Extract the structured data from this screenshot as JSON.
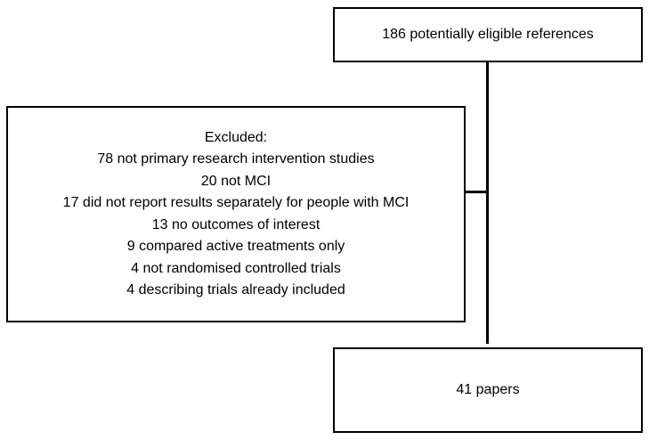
{
  "diagram": {
    "top_box": "186 potentially eligible references",
    "excluded_box": {
      "heading": "Excluded:",
      "items": [
        "78 not primary research intervention studies",
        "20 not MCI",
        "17 did not report results separately for people with MCI",
        "13 no outcomes of interest",
        "9 compared active treatments only",
        "4 not randomised controlled trials",
        "4 describing trials already included"
      ]
    },
    "bottom_box": "41 papers"
  }
}
